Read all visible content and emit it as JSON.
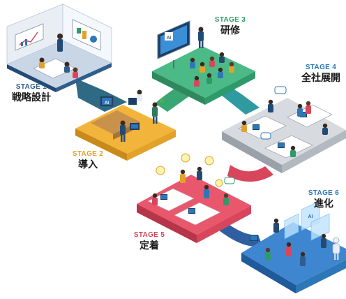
{
  "stages": [
    {
      "number_label": "STAGE 1",
      "title": "戦略設計",
      "color": "#2f5d8c"
    },
    {
      "number_label": "STAGE 2",
      "title": "導入",
      "color": "#e2a22a"
    },
    {
      "number_label": "STAGE 3",
      "title": "研修",
      "color": "#2e9a6a"
    },
    {
      "number_label": "STAGE 4",
      "title": "全社展開",
      "color": "#2c77b8"
    },
    {
      "number_label": "STAGE 5",
      "title": "定着",
      "color": "#d8465c"
    },
    {
      "number_label": "STAGE 6",
      "title": "進化",
      "color": "#2c77b8"
    }
  ],
  "screens": {
    "ai_badge": "AI"
  }
}
